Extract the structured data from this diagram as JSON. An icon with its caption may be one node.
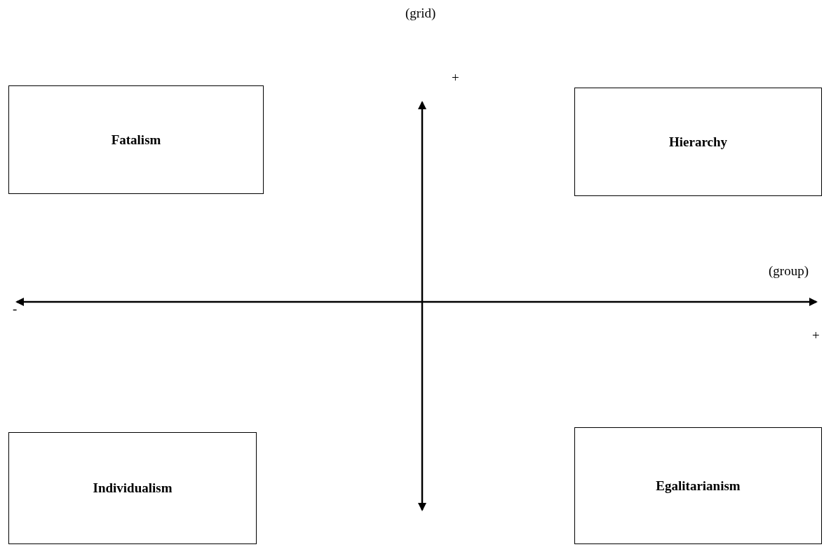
{
  "diagram": {
    "nodes": [
      {
        "text": [
          "Fatalism"
        ]
      },
      {
        "text": [
          "Hierarchy"
        ]
      },
      {
        "text": [
          "Individualism"
        ]
      },
      {
        "text": [
          "Egalitarianism"
        ]
      }
    ],
    "edges": [],
    "labels": [
      "(grid)",
      "+",
      "(group)",
      "-",
      "+"
    ]
  }
}
